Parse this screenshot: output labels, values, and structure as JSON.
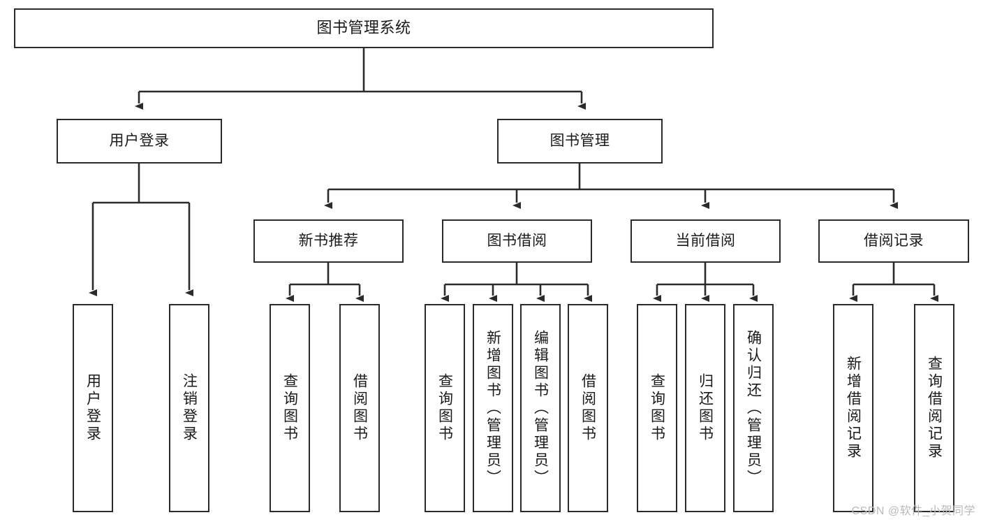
{
  "diagram": {
    "title": "图书管理系统",
    "type": "hierarchy-tree",
    "background_color": "#ffffff",
    "line_color": "#2b2b2b",
    "text_color": "#1a1a1a"
  },
  "nodes": {
    "root": {
      "label": "图书管理系统"
    },
    "level2": [
      {
        "id": "user-login",
        "label": "用户登录"
      },
      {
        "id": "book-manage",
        "label": "图书管理"
      }
    ],
    "level3": [
      {
        "id": "new-book-recommend",
        "label": "新书推荐"
      },
      {
        "id": "book-borrow",
        "label": "图书借阅"
      },
      {
        "id": "current-borrow",
        "label": "当前借阅"
      },
      {
        "id": "borrow-record",
        "label": "借阅记录"
      }
    ],
    "leaves": {
      "user_login": [
        {
          "id": "leaf-user-login",
          "label": "用户登录"
        },
        {
          "id": "leaf-logout",
          "label": "注销登录"
        }
      ],
      "new_book_recommend": [
        {
          "id": "leaf-query-book-1",
          "label": "查询图书"
        },
        {
          "id": "leaf-borrow-book-1",
          "label": "借阅图书"
        }
      ],
      "book_borrow": [
        {
          "id": "leaf-query-book-2",
          "label": "查询图书"
        },
        {
          "id": "leaf-add-book",
          "label": "新增图书（管理员）"
        },
        {
          "id": "leaf-edit-book",
          "label": "编辑图书（管理员）"
        },
        {
          "id": "leaf-borrow-book-2",
          "label": "借阅图书"
        }
      ],
      "current_borrow": [
        {
          "id": "leaf-query-book-3",
          "label": "查询图书"
        },
        {
          "id": "leaf-return-book",
          "label": "归还图书"
        },
        {
          "id": "leaf-confirm-return",
          "label": "确认归还（管理员）"
        }
      ],
      "borrow_record": [
        {
          "id": "leaf-add-record",
          "label": "新增借阅记录"
        },
        {
          "id": "leaf-query-record",
          "label": "查询借阅记录"
        }
      ]
    }
  },
  "watermark": {
    "text": "CSDN @软件_小贺同学"
  }
}
